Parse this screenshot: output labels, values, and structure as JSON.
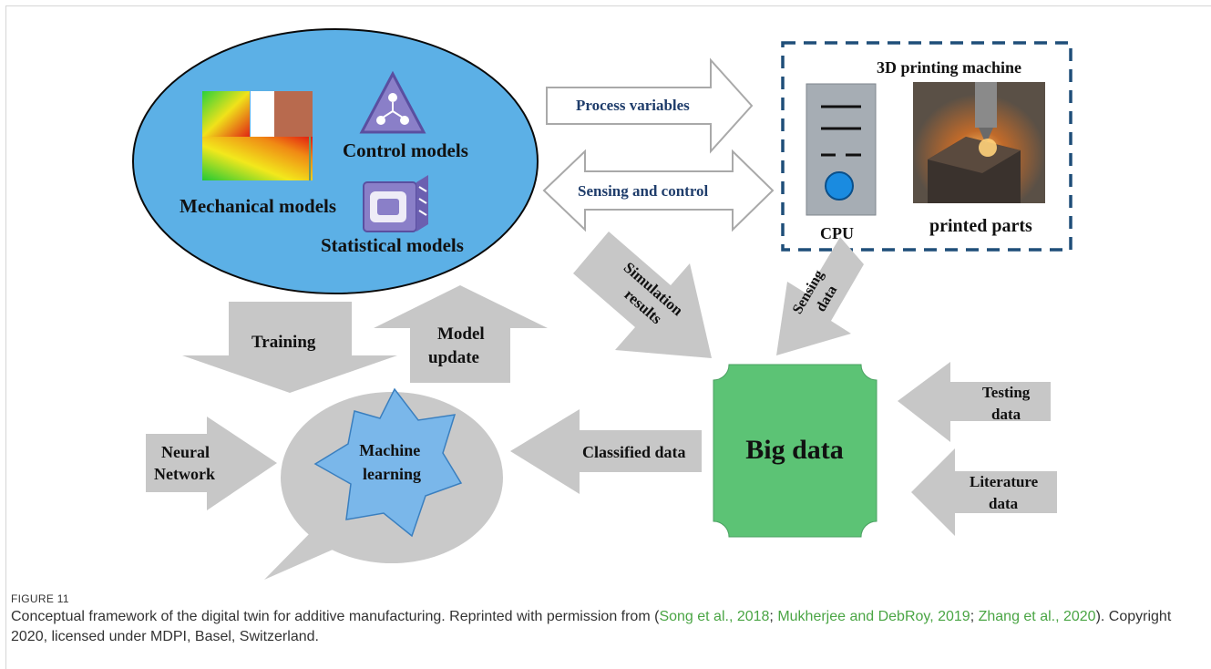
{
  "diagram": {
    "models": {
      "control": "Control models",
      "mechanical": "Mechanical models",
      "statistical": "Statistical models"
    },
    "arrows": {
      "process_variables": "Process variables",
      "sensing_control": "Sensing and  control",
      "simulation_results": [
        "Simulation",
        "results"
      ],
      "sensing_data": [
        "Sensing",
        "data"
      ],
      "training": "Training",
      "model_update": [
        "Model",
        "update"
      ],
      "classified_data": "Classified data",
      "testing_data": [
        "Testing",
        "data"
      ],
      "literature_data": [
        "Literature",
        "data"
      ],
      "neural_network": [
        "Neural",
        "Network"
      ]
    },
    "machine_box": {
      "title": "3D printing machine",
      "cpu": "CPU",
      "parts": "printed parts"
    },
    "big_data": "Big data",
    "machine_learning": [
      "Machine",
      "learning"
    ]
  },
  "caption": {
    "label": "FIGURE 11",
    "text_1": "Conceptual framework of the digital twin for additive manufacturing. Reprinted with permission from (",
    "cite_1": "Song et al., 2018",
    "sep_1": "; ",
    "cite_2": "Mukherjee and DebRoy, 2019",
    "sep_2": "; ",
    "cite_3": "Zhang et al., 2020",
    "text_2": "). Copyright 2020, licensed under MDPI, Basel, Switzerland."
  },
  "colors": {
    "ellipse_blue": "#5cb0e6",
    "big_data_green": "#5cc375",
    "arrow_gray": "#c7c7c7",
    "dash_blue": "#1f4e79",
    "title_navy": "#1f3d6b",
    "citation_green": "#4aa544"
  }
}
